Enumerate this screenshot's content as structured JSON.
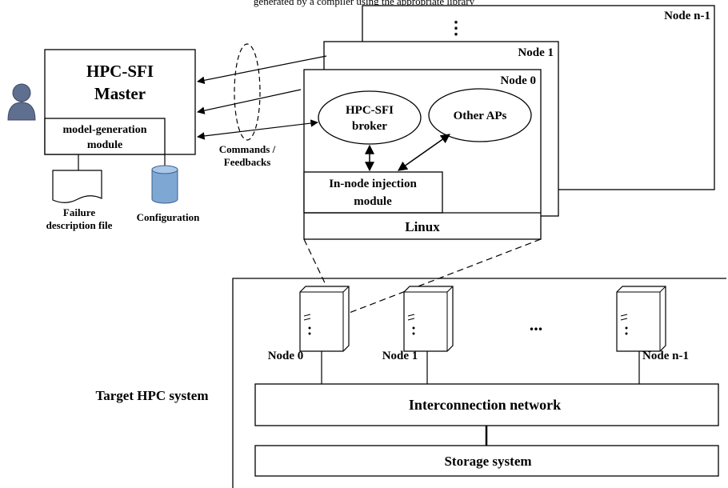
{
  "top_caption": "generated by a compiler using the appropriate library",
  "node_stack": {
    "back_label": "Node n-1",
    "back_ellipsis": "⋮",
    "middle_label": "Node 1",
    "front_label": "Node 0",
    "broker_line1": "HPC-SFI",
    "broker_line2": "broker",
    "other_aps": "Other APs",
    "injection_line1": "In-node injection",
    "injection_line2": "module",
    "os": "Linux"
  },
  "master": {
    "title_line1": "HPC-SFI",
    "title_line2": "Master",
    "module_line1": "model-generation",
    "module_line2": "module"
  },
  "channel": {
    "line1": "Commands /",
    "line2": "Feedbacks"
  },
  "failure_file": {
    "line1": "Failure",
    "line2": "description file"
  },
  "configuration": "Configuration",
  "target": {
    "label": "Target HPC system",
    "node0": "Node 0",
    "node1": "Node 1",
    "ellipsis": "...",
    "node_n1": "Node n-1",
    "network": "Interconnection network",
    "storage": "Storage system"
  },
  "colors": {
    "user_icon": "#5f6f8f",
    "database_top": "#a9c7e8",
    "database_body": "#7fa7d4"
  }
}
